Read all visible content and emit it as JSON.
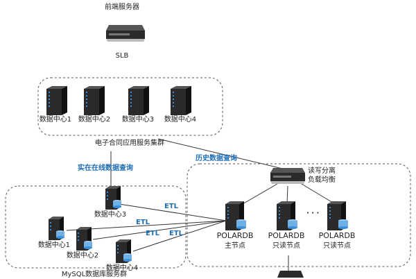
{
  "frontend": {
    "label": "前端服务器"
  },
  "slb": {
    "label": "SLB"
  },
  "app_cluster": {
    "label": "电子合同应用服务集群",
    "nodes": [
      "数据中心1",
      "数据中心2",
      "数据中心3",
      "数据中心4"
    ]
  },
  "realtime_query": {
    "label": "实在在线数据查询"
  },
  "history_query": {
    "label": "历史数据查询"
  },
  "rw_balancer": {
    "line1": "读写分离",
    "line2": "负载均衡"
  },
  "mysql_cluster": {
    "label": "MySQL数据库服务群",
    "nodes": [
      "数据中心3",
      "数据中心1",
      "数据中心2",
      "数据中心4"
    ]
  },
  "etl_label": "ETL",
  "polardb": [
    {
      "name": "POLARDB",
      "role": "主节点"
    },
    {
      "name": "POLARDB",
      "role": "只读节点"
    },
    {
      "name": "POLARDB",
      "role": "只读节点"
    }
  ],
  "ellipsis": "· · ·"
}
